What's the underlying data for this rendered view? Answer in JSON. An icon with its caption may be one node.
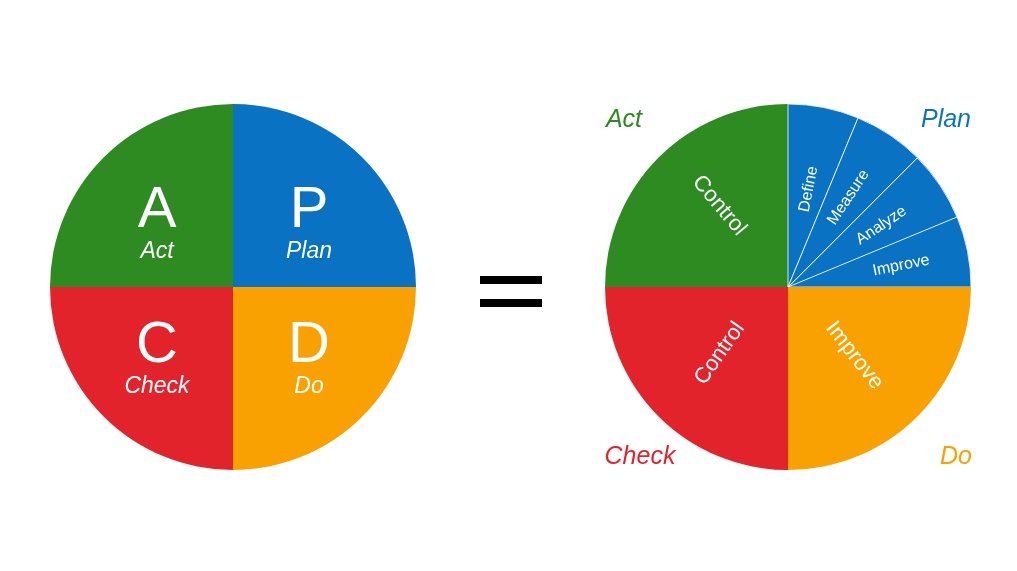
{
  "diagram": {
    "nodes": [
      {
        "text": [
          "A",
          "Act"
        ]
      },
      {
        "text": [
          "P",
          "Plan"
        ]
      },
      {
        "text": [
          "C",
          "Check"
        ]
      },
      {
        "text": [
          "D",
          "Do"
        ]
      },
      {
        "text": [
          "Control"
        ],
        "beside": [
          "Act"
        ]
      },
      {
        "text": [],
        "shape": "wedge",
        "beside": [
          "Plan"
        ]
      },
      {
        "text": [
          "Define"
        ],
        "in": 5
      },
      {
        "text": [
          "Measure"
        ],
        "in": 5
      },
      {
        "text": [
          "Analyze"
        ],
        "in": 5
      },
      {
        "text": [
          "Improve"
        ],
        "in": 5
      },
      {
        "text": [
          "Control"
        ],
        "beside": [
          "Check"
        ]
      },
      {
        "text": [
          "Improve"
        ],
        "beside": [
          "Do"
        ]
      }
    ],
    "edges": []
  }
}
